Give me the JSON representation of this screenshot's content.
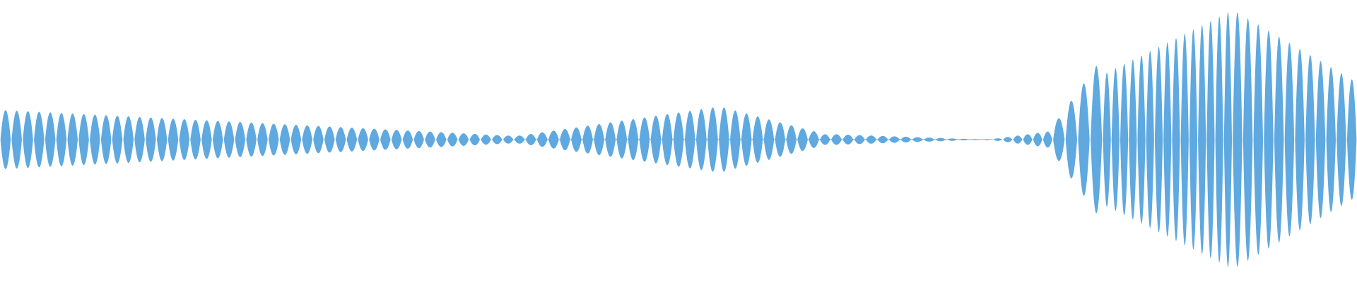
{
  "waveform": {
    "color": "#5fa9e0",
    "background": "#ffffff",
    "segments": [
      {
        "lobes": 46,
        "level_start": 0.22,
        "level_end": 0.03
      },
      {
        "lobes": 18,
        "level_start": 0.03,
        "level_end": 0.24
      },
      {
        "lobes": 10,
        "level_start": 0.24,
        "level_end": 0.04
      },
      {
        "lobes": 14,
        "level_start": 0.04,
        "level_end": 0.0
      },
      {
        "lobes": 6,
        "level_start": 0.01,
        "level_end": 0.06
      },
      {
        "lobes": 4,
        "level_start": 0.16,
        "level_end": 0.55
      },
      {
        "lobes": 15,
        "level_start": 0.5,
        "level_end": 0.95
      },
      {
        "lobes": 12,
        "level_start": 0.95,
        "level_end": 0.45
      }
    ]
  }
}
